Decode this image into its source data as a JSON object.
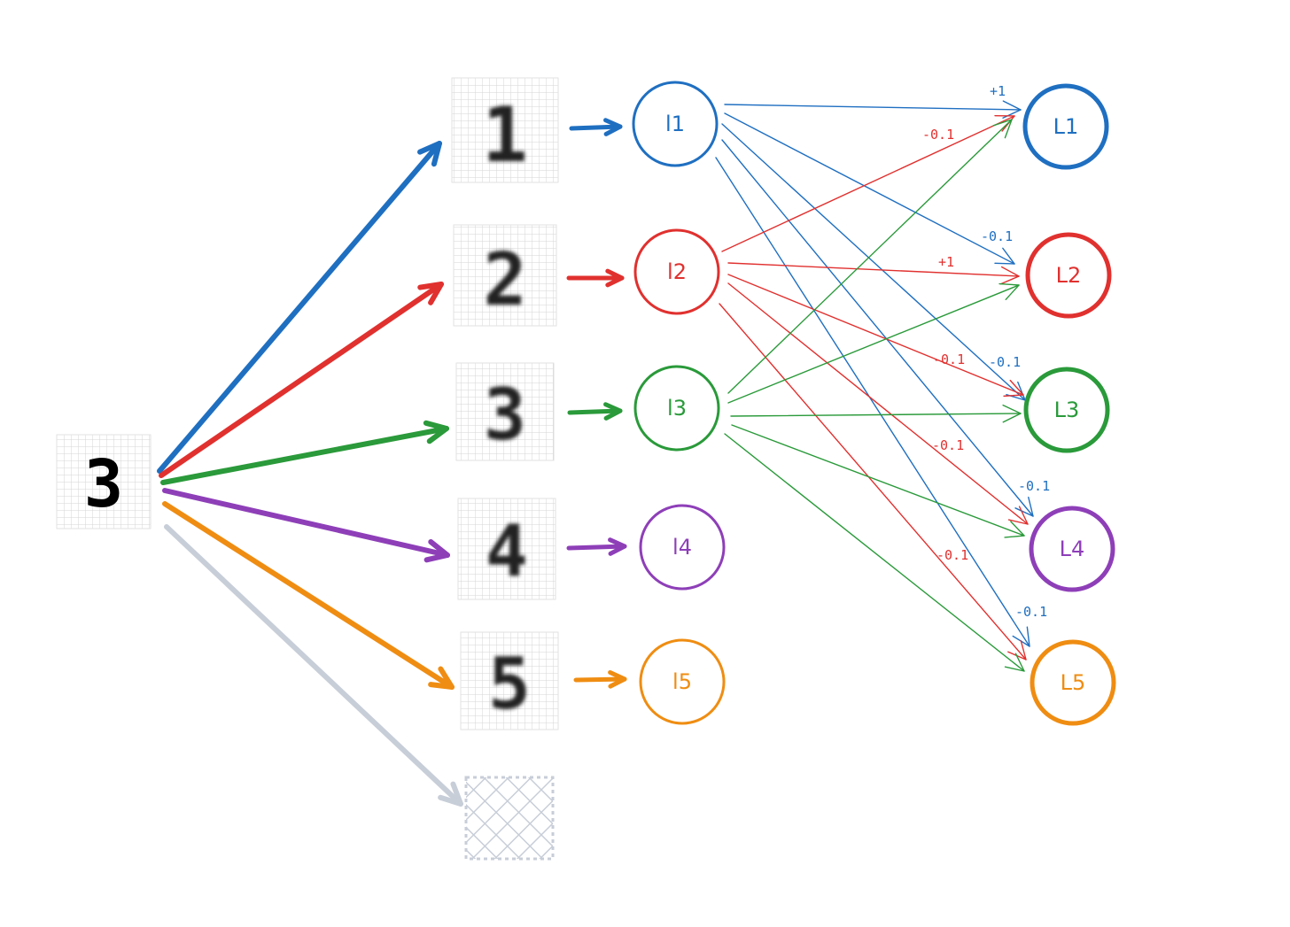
{
  "input": {
    "digit": "3"
  },
  "prototypes": [
    {
      "digit": "1",
      "color": "#1f6fc1"
    },
    {
      "digit": "2",
      "color": "#e0312f"
    },
    {
      "digit": "3",
      "color": "#2a9a3a"
    },
    {
      "digit": "4",
      "color": "#8e3fb8"
    },
    {
      "digit": "5",
      "color": "#ef8d12"
    }
  ],
  "blank_color": "#c8ced8",
  "hidden_nodes": [
    {
      "label": "l1",
      "color": "#1f6fc1"
    },
    {
      "label": "l2",
      "color": "#e0312f"
    },
    {
      "label": "l3",
      "color": "#2a9a3a"
    },
    {
      "label": "l4",
      "color": "#8e3fb8"
    },
    {
      "label": "l5",
      "color": "#ef8d12"
    }
  ],
  "output_nodes": [
    {
      "label": "L1",
      "color": "#1f6fc1"
    },
    {
      "label": "L2",
      "color": "#e0312f"
    },
    {
      "label": "L3",
      "color": "#2a9a3a"
    },
    {
      "label": "L4",
      "color": "#8e3fb8"
    },
    {
      "label": "L5",
      "color": "#ef8d12"
    }
  ],
  "weight_labels": [
    {
      "text": "+1",
      "color": "#1f6fc1"
    },
    {
      "text": "-0.1",
      "color": "#e0312f"
    },
    {
      "text": "-0.1",
      "color": "#1f6fc1"
    },
    {
      "text": "+1",
      "color": "#e0312f"
    },
    {
      "text": "-0.1",
      "color": "#e0312f"
    },
    {
      "text": "-0.1",
      "color": "#1f6fc1"
    },
    {
      "text": "-0.1",
      "color": "#e0312f"
    },
    {
      "text": "-0.1",
      "color": "#1f6fc1"
    },
    {
      "text": "-0.1",
      "color": "#e0312f"
    },
    {
      "text": "-0.1",
      "color": "#1f6fc1"
    }
  ]
}
